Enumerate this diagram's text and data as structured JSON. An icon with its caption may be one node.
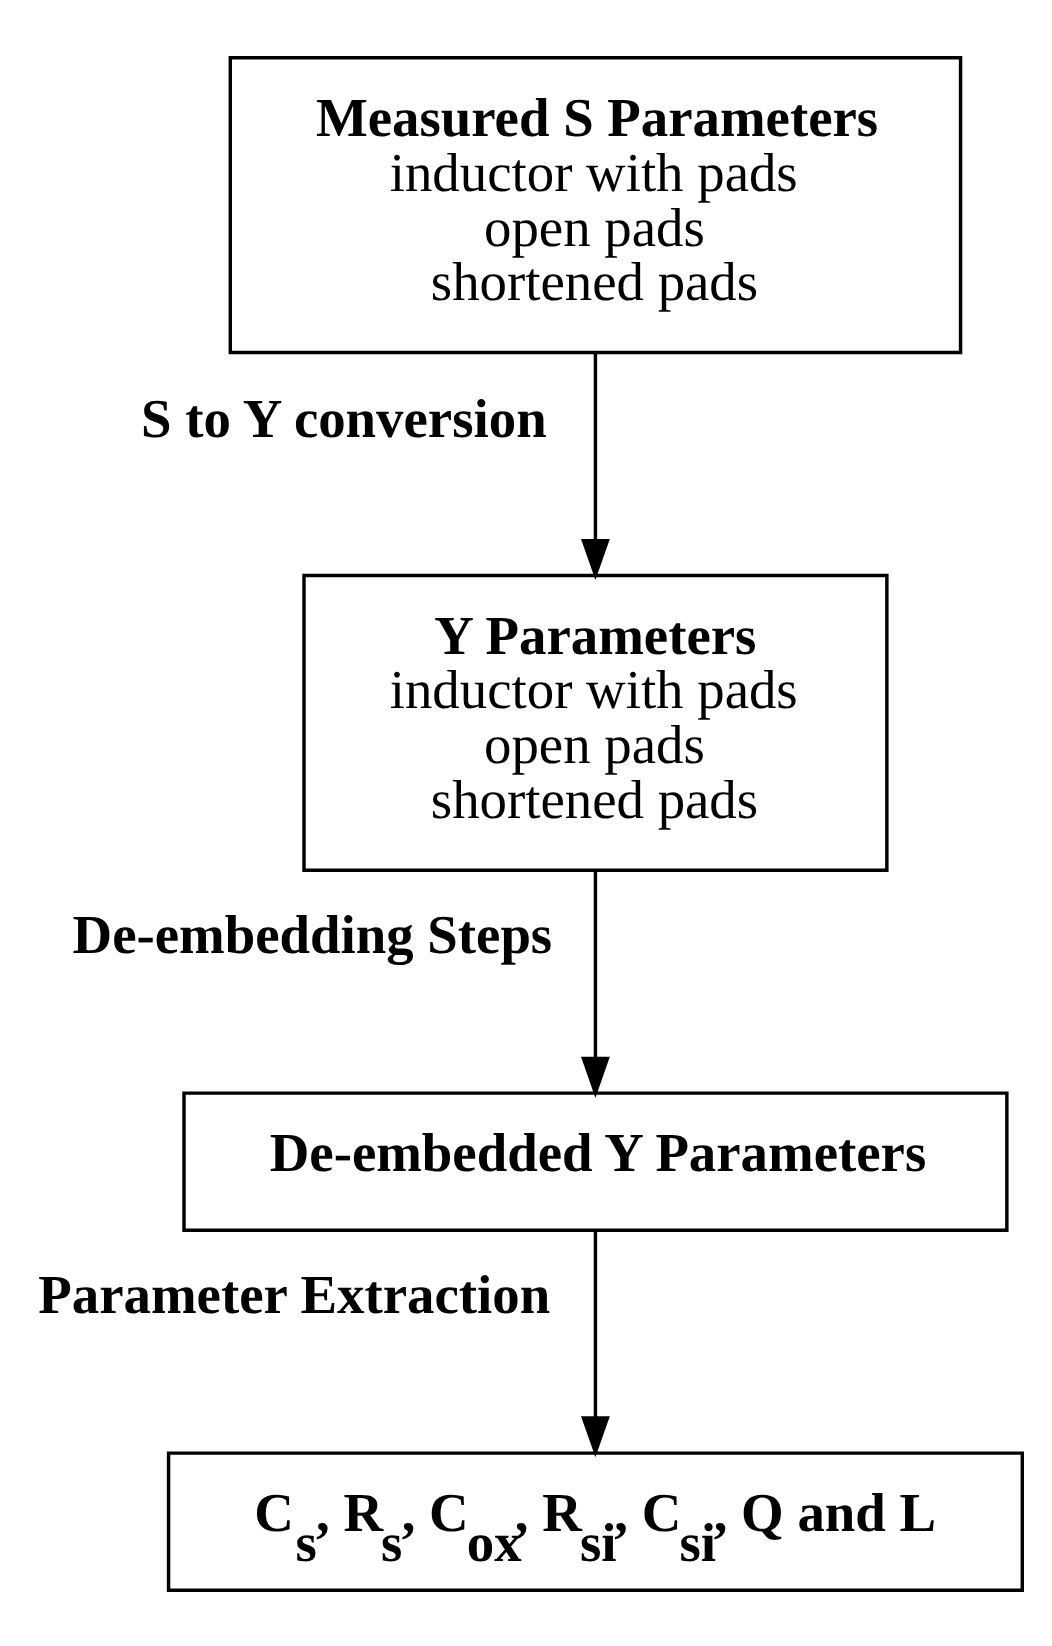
{
  "diagram": {
    "nodes": [
      {
        "text": [
          "Measured S Parameters",
          "inductor with pads",
          "open pads",
          "shortened pads"
        ]
      },
      {
        "text": [
          "Y Parameters",
          "inductor with pads",
          "open pads",
          "shortened pads"
        ]
      },
      {
        "text": [
          "De-embedded Y Parameters"
        ]
      },
      {
        "text": [
          "C$_{s}$, R$_{s}$, C$_{ox}$, R$_{si}$, C$_{si}$, Q and L"
        ]
      }
    ],
    "edges": [
      {
        "from": 0,
        "to": 1,
        "arrow": "to",
        "label": "S to Y conversion"
      },
      {
        "from": 1,
        "to": 2,
        "arrow": "to",
        "label": "De-embedding Steps"
      },
      {
        "from": 2,
        "to": 3,
        "arrow": "to",
        "label": "Parameter Extraction"
      }
    ]
  }
}
